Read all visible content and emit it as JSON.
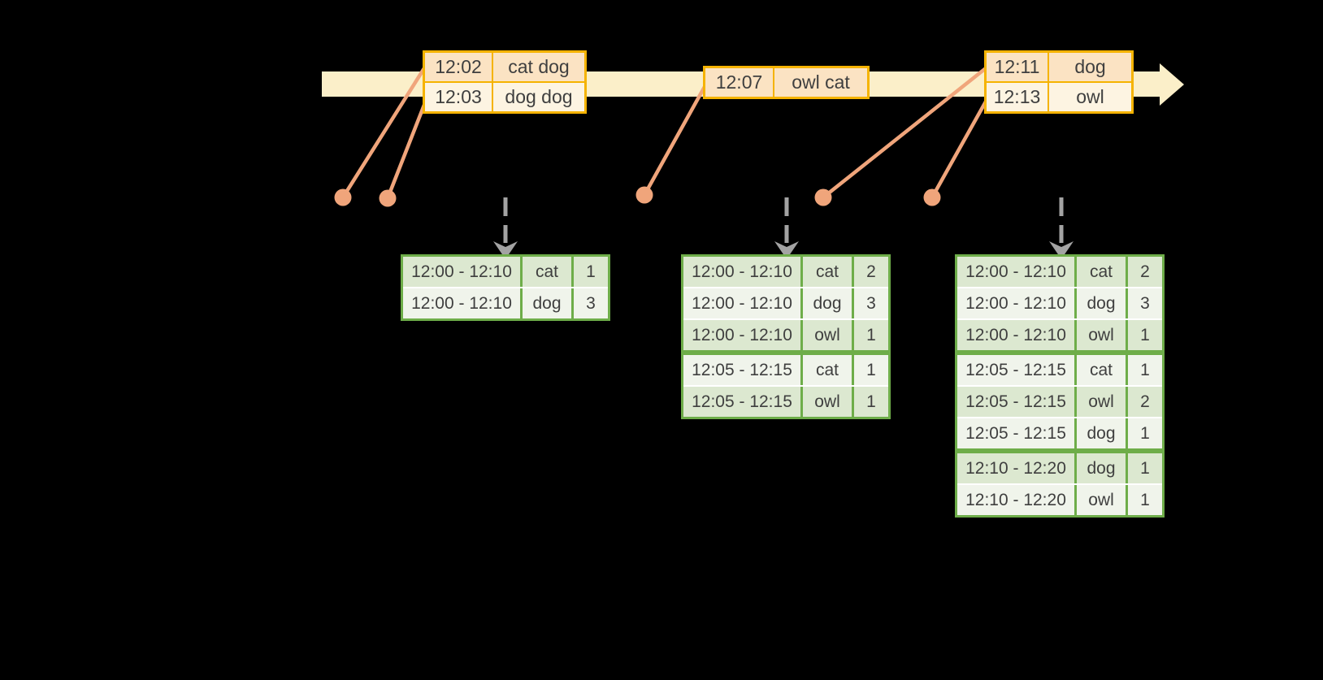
{
  "canvas": {
    "background": "#000000"
  },
  "colors": {
    "timeline_fill": "#FBEFC9",
    "event_border": "#F5B301",
    "event_row_odd": "#FBE3C3",
    "event_row_even": "#FDF4E2",
    "result_border": "#6EAD49",
    "result_row_odd": "#DCE8D0",
    "result_row_even": "#F0F4EB",
    "row_separator": "#FFFFFF",
    "connector": "#F0A57B",
    "trigger_arrow": "#A3A3A3",
    "text": "#3F3F3F"
  },
  "event_tables": [
    {
      "rows": [
        {
          "time": "12:02",
          "words": "cat dog"
        },
        {
          "time": "12:03",
          "words": "dog dog"
        }
      ]
    },
    {
      "rows": [
        {
          "time": "12:07",
          "words": "owl cat"
        }
      ]
    },
    {
      "rows": [
        {
          "time": "12:11",
          "words": "dog"
        },
        {
          "time": "12:13",
          "words": "owl"
        }
      ]
    }
  ],
  "result_tables": [
    {
      "rows": [
        {
          "window": "12:00 - 12:10",
          "word": "cat",
          "count": "1",
          "group": 0
        },
        {
          "window": "12:00 - 12:10",
          "word": "dog",
          "count": "3",
          "group": 0
        }
      ]
    },
    {
      "rows": [
        {
          "window": "12:00 - 12:10",
          "word": "cat",
          "count": "2",
          "group": 0
        },
        {
          "window": "12:00 - 12:10",
          "word": "dog",
          "count": "3",
          "group": 0
        },
        {
          "window": "12:00 - 12:10",
          "word": "owl",
          "count": "1",
          "group": 0
        },
        {
          "window": "12:05 - 12:15",
          "word": "cat",
          "count": "1",
          "group": 1
        },
        {
          "window": "12:05 - 12:15",
          "word": "owl",
          "count": "1",
          "group": 1
        }
      ]
    },
    {
      "rows": [
        {
          "window": "12:00 - 12:10",
          "word": "cat",
          "count": "2",
          "group": 0
        },
        {
          "window": "12:00 - 12:10",
          "word": "dog",
          "count": "3",
          "group": 0
        },
        {
          "window": "12:00 - 12:10",
          "word": "owl",
          "count": "1",
          "group": 0
        },
        {
          "window": "12:05 - 12:15",
          "word": "cat",
          "count": "1",
          "group": 1
        },
        {
          "window": "12:05 - 12:15",
          "word": "owl",
          "count": "2",
          "group": 1
        },
        {
          "window": "12:05 - 12:15",
          "word": "dog",
          "count": "1",
          "group": 1
        },
        {
          "window": "12:10 - 12:20",
          "word": "dog",
          "count": "1",
          "group": 2
        },
        {
          "window": "12:10 - 12:20",
          "word": "owl",
          "count": "1",
          "group": 2
        }
      ]
    }
  ]
}
